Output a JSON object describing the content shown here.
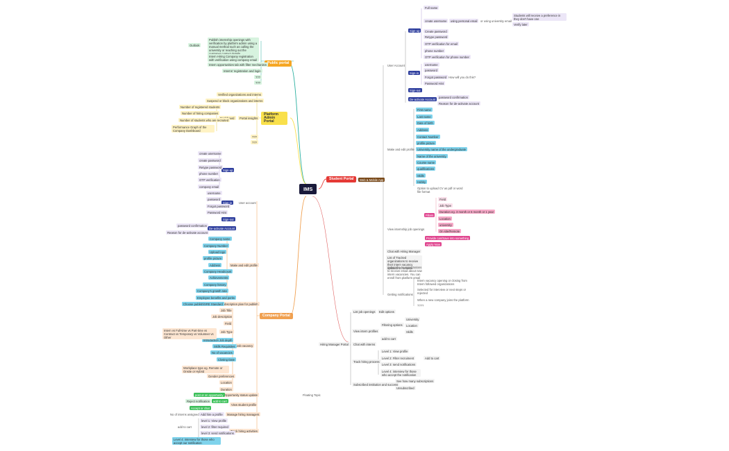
{
  "root": "IMS",
  "floating": "Floating Topic",
  "public": {
    "title": "Public portal",
    "overview": "Outlook",
    "items": [
      "Publish internship openings with verification by platform admin using a manual method such as calling the university or reaching out the customer contact details",
      "Intern Hiring Company registration with verification using company email",
      "Intern opportunities tab with filter mechanism",
      "Interns' registration and login",
      "???",
      "???"
    ]
  },
  "admin": {
    "title": "Platform Admin Portal",
    "items_top": [
      "Verified organizations and interns",
      "Suspend or block organizations and interns"
    ],
    "dashboard": "Dashboard",
    "insights": "Portal insights",
    "metrics": [
      "Number of registered students",
      "Number of hiring companies",
      "Number of students who are recruited",
      "Performance Graph of the Company Dashboard"
    ],
    "items_bottom": [
      "???",
      "???"
    ]
  },
  "student": {
    "title": "Student Portal",
    "webapp": "Web & Mobile App",
    "user_account": "User Account",
    "signup": "Sign-up",
    "signup_items": [
      "Full name",
      "create username",
      "Create password",
      "Retype password",
      "OTP verification for email",
      "phone number",
      "OTP verification for phone number"
    ],
    "username_opt": "using personal email",
    "username_opt2": "or using university email",
    "username_tip": "Students will receive a preference in they don't have one",
    "username_verify": "Verify later",
    "signin": "Sign-in",
    "signin_items": [
      "username",
      "password",
      "Forgot password",
      "Password Hint"
    ],
    "forgot_opt": "How will you do this?",
    "signout": "Sign-out",
    "deactivate": "De-activate Account",
    "deactivate_items": [
      "password confirmation",
      "Reason for de-activate account"
    ],
    "profile": "Make and edit profile",
    "profile_items": [
      "First name",
      "Last name",
      "Date of birth",
      "Address",
      "Contact Number",
      "profile picture",
      "University name of the undergraduate",
      "Name of the university",
      "Course name",
      "qualifications",
      "Skills",
      "Hobby"
    ],
    "profile_cv": "Option to upload CV as pdf or word file format",
    "view_openings": "View internship job openings",
    "filters": "Filters",
    "filter_items": [
      "Field",
      "Job Type",
      "Duration eg. 3 month or 6 month or 1 year",
      "Location",
      "university",
      "On site/Remote"
    ],
    "apply_save": "Provide can/Save into something",
    "apply": "Apply Now",
    "chat": "Chat with Hiring Manager",
    "list_follow": "List of Tracked organizations to receive their intern vacancy updates on timeline",
    "subscribe": "Subscribe to organizations to receive email about new intern vacancies. You can enroll from platform email",
    "notifications": "Getting notifications",
    "notification_items": [
      "Intern vacancy opening or closing from Intern followed organizations",
      "Selected for interview or next steps or rejected",
      "When a new company joins the platform",
      "????"
    ]
  },
  "hiring": {
    "title": "Hiring Manager Portal",
    "list_openings": "List job openings",
    "edit_opt": "Edit options",
    "view_profiles": "View intern profiles",
    "filtering": "Filtering options",
    "filter_items": [
      "University",
      "Location",
      "Skills"
    ],
    "add_cart": "add to cart",
    "chat": "Chat with interns",
    "track": "Track hiring process",
    "track_items": [
      "Level 1: View profile",
      "Level 2: Filter recruiment",
      "Level 3: send notifications",
      "Level 4: interview for those who accept the notification"
    ],
    "track_add_cart": "Add to cart",
    "subscribed": "Subscribed institution and success",
    "sub_items": [
      "See how many subscriptions",
      "Unsubscribed"
    ]
  },
  "company": {
    "title": "Company Portal",
    "user_account": "User account",
    "signup": "Sign-up",
    "signup_items": [
      "create username",
      "create password",
      "Retype password",
      "phone number",
      "OTP verification",
      "company email"
    ],
    "signin": "Sign-in",
    "signin_items": [
      "username",
      "password",
      "Forgot password",
      "Password Hint"
    ],
    "signout": "Sign-out",
    "deactivate": "De-activate Account",
    "deactivate_items": [
      "password confirmation",
      "Reason for de-activate account"
    ],
    "profile": "Make and edit profile",
    "profile_items": [
      "Company name",
      "Company Number",
      "Upload logo",
      "profile picture",
      "Address",
      "Company Headcount",
      "Achievements",
      "Company history",
      "Company's growth rate",
      "Employee benefits and perks"
    ],
    "subscription": "Subscription plan for publish",
    "subscription_items": [
      "Choose publish/SRE Standard"
    ],
    "job_vacancy": "Job vacancy",
    "job_items": [
      "Job Title",
      "Job description",
      "Field",
      "Job Type",
      "Introduction Job depth",
      "Skills Requisites",
      "No of vacancies",
      "Closing Date",
      "Workplace type eg. Remote or Onsite or Hybrid",
      "Gender preferences",
      "Location",
      "Duration"
    ],
    "job_type_detail": "Intern vs Full-time vs Part-time vs Contract vs Temporary vs Volunteer vs Other",
    "opp_status": "Opportunity status update",
    "opp_items": [
      "post or on opportunity"
    ],
    "view_profile": "View student profile",
    "view_items": [
      "add to cart",
      "Reject notification",
      "Accept or chat"
    ],
    "manage": "Manage hiring managers",
    "manage_items": [
      "Add hire a profile"
    ],
    "manage_note": "No of interns assigned",
    "track": "Track hiring activities",
    "track_items": [
      "level 1: View profile",
      "level 2: filter required",
      "level 3: send notifications",
      "Level 4: interview for those who accept our notification"
    ],
    "track_cart": "add to cart"
  },
  "colors": {
    "student": "#e53935",
    "public": "#f5a623",
    "admin": "#f9e04b",
    "company": "#f0a050",
    "webapp": "#7a4a1a",
    "blue": "#2f3f9e",
    "pink": "#e0458f",
    "cyan": "#7fd3ec",
    "green_fill": "#d7f3df",
    "yellow_fill": "#fff3c4",
    "lav_fill": "#ece6f7",
    "peach_fill": "#fde6d2"
  }
}
